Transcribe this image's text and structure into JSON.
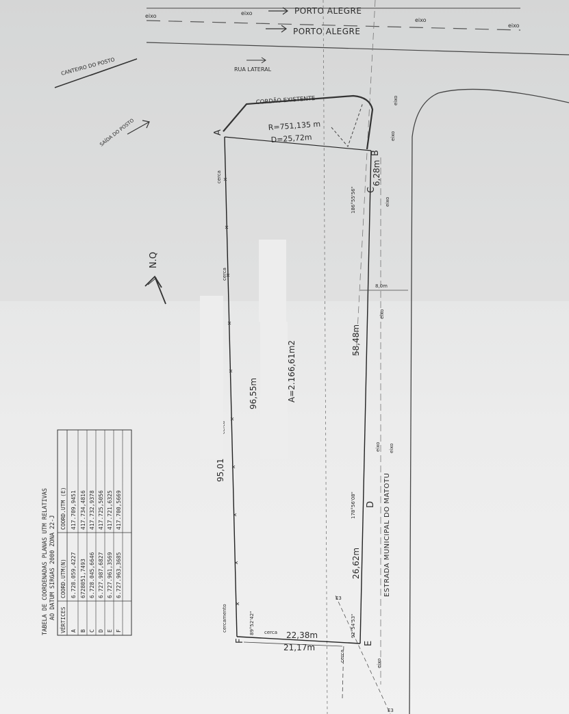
{
  "road_top": {
    "eixo_labels": [
      "eixo",
      "eixo",
      "eixo",
      "eixo"
    ],
    "direction_1": "PORTO ALEGRE",
    "direction_2": "PORTO ALEGRE"
  },
  "labels": {
    "canteiro": "CANTEIRO DO POSTO",
    "rua_lateral": "RUA LATERAL",
    "saida": "SAÍDA DO POSTO",
    "cordao": "CORDÃO EXISTENTE",
    "curve_r": "R=751,135 m",
    "curve_d": "D=25,72m",
    "north": "N.Q",
    "area": "A=2.166,61m2",
    "estrada": "ESTRADA MUNICIPAL DO MATOTU",
    "width_road": "8,0m",
    "e3": "E3",
    "e3_b": "E3",
    "cerca": "cerca",
    "cercamento": "cercamento",
    "eixo": "eixo"
  },
  "vertices_labels": {
    "A": "A",
    "B": "B",
    "C": "C",
    "D": "D",
    "E": "E",
    "F": "F"
  },
  "dimensions": {
    "ab_long_1": "96,55m",
    "ab_long_2": "95,01m",
    "cd": "58,48m",
    "de": "26,62m",
    "bc": "6,28m",
    "ef_1": "22,38m",
    "ef_2": "21,17m"
  },
  "angles": {
    "c": "186°55'56\"",
    "d": "178°56'08\"",
    "e": "92°54'53\"",
    "f": "89°52'42\""
  },
  "coord_table": {
    "title_1": "TABELA DE COORDENADAS PLANAS UTM RELATIVAS",
    "title_2": "AO DATUM SIRGAS 2000 ZONA 22-J",
    "headers": [
      "VÉRTICES",
      "COORD.UTM(N)",
      "COORD.UTM (E)"
    ],
    "rows": [
      [
        "A",
        "6.728.059,4227",
        "417.709,9451"
      ],
      [
        "B",
        "6728051,7493",
        "417.734,4816"
      ],
      [
        "C",
        "6.728.045,6646",
        "417.732,9378"
      ],
      [
        "D",
        "6.727.987,6827",
        "417.725,5056"
      ],
      [
        "E",
        "6.727.961,3569",
        "417.721,6325"
      ],
      [
        "F",
        "6.727.963,3685",
        "417.700,5669"
      ]
    ]
  }
}
